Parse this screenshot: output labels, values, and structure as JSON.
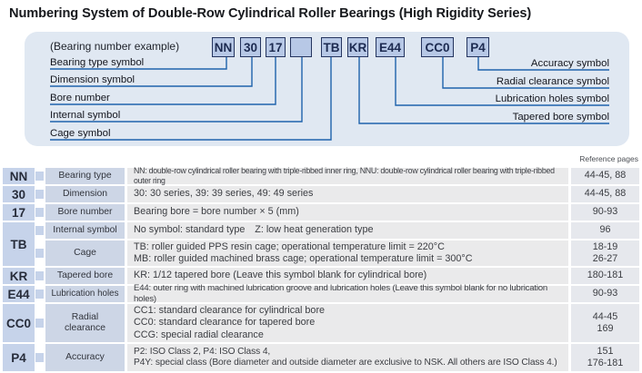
{
  "title": "Numbering System of Double-Row Cylindrical Roller Bearings (High Rigidity Series)",
  "example": {
    "caption": "(Bearing number example)",
    "boxes": [
      "NN",
      "30",
      "17",
      "",
      "TB",
      "KR",
      "E44",
      "CC0",
      "P4"
    ],
    "left_labels": [
      "Bearing type symbol",
      "Dimension symbol",
      "Bore number",
      "Internal symbol",
      "Cage symbol"
    ],
    "right_labels": [
      "Accuracy symbol",
      "Radial clearance symbol",
      "Lubrication holes symbol",
      "Tapered bore symbol"
    ]
  },
  "colors": {
    "accent_line": "#1f62ac",
    "box_fill": "#b7c8e6",
    "box_border": "#25355f",
    "panel_bg": "#e0e8f2",
    "symbol_cell_bg": "#c6d3ea",
    "label_cell_bg": "#cdd6e6",
    "desc_cell_bg": "#eaeaeb",
    "ref_cell_bg": "#e6e8ed"
  },
  "table": {
    "reference_pages_header": "Reference pages",
    "rows": [
      {
        "symbol": "NN",
        "label": "Bearing type",
        "description": "NN: double-row cylindrical roller bearing with triple-ribbed inner ring, NNU: double-row cylindrical roller bearing with triple-ribbed outer ring",
        "reference_pages": "44-45, 88"
      },
      {
        "symbol": "30",
        "label": "Dimension",
        "description": "30: 30 series, 39: 39 series, 49: 49 series",
        "reference_pages": "44-45, 88"
      },
      {
        "symbol": "17",
        "label": "Bore number",
        "description": "Bearing bore = bore number × 5 (mm)",
        "reference_pages": "90-93"
      },
      {
        "symbol": "",
        "label": "Internal symbol",
        "description": "No symbol: standard type Z: low heat generation type",
        "reference_pages": "96"
      },
      {
        "symbol": "TB",
        "label": "Cage",
        "description": "TB: roller guided PPS resin cage; operational temperature limit = 220°C\nMB: roller guided machined brass cage; operational temperature limit = 300°C",
        "reference_pages": "18-19\n26-27"
      },
      {
        "symbol": "KR",
        "label": "Tapered bore",
        "description": "KR: 1/12 tapered bore (Leave this symbol blank for cylindrical bore)",
        "reference_pages": "180-181"
      },
      {
        "symbol": "E44",
        "label": "Lubrication holes",
        "description": "E44: outer ring with machined lubrication groove and lubrication holes (Leave this symbol blank for no lubrication holes)",
        "reference_pages": "90-93"
      },
      {
        "symbol": "CC0",
        "label": "Radial\nclearance",
        "description": "CC1: standard clearance for cylindrical bore\nCC0: standard clearance for tapered bore\nCCG: special radial clearance",
        "reference_pages": "44-45\n169"
      },
      {
        "symbol": "P4",
        "label": "Accuracy",
        "description": "P2: ISO Class 2, P4: ISO Class 4,\nP4Y: special class (Bore diameter and outside diameter are exclusive to NSK. All others are ISO Class 4.)",
        "reference_pages": "151\n176-181"
      }
    ]
  }
}
